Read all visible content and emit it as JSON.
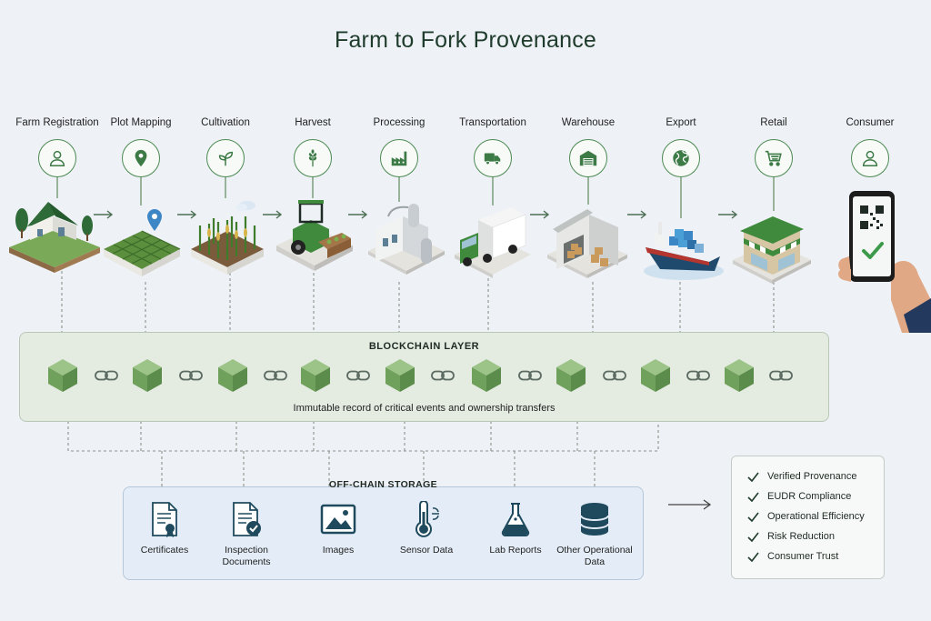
{
  "title": "Farm to Fork Provenance",
  "stages": [
    {
      "label": "Farm Registration",
      "icon": "user-icon"
    },
    {
      "label": "Plot Mapping",
      "icon": "map-pin-icon"
    },
    {
      "label": "Cultivation",
      "icon": "sprout-icon"
    },
    {
      "label": "Harvest",
      "icon": "wheat-icon"
    },
    {
      "label": "Processing",
      "icon": "factory-icon"
    },
    {
      "label": "Transportation",
      "icon": "truck-icon"
    },
    {
      "label": "Warehouse",
      "icon": "warehouse-icon"
    },
    {
      "label": "Export",
      "icon": "globe-icon"
    },
    {
      "label": "Retail",
      "icon": "shopping-cart-icon"
    },
    {
      "label": "Consumer",
      "icon": "user-icon"
    }
  ],
  "blockchain": {
    "title": "BLOCKCHAIN LAYER",
    "subtitle": "Immutable record of critical events and ownership transfers"
  },
  "offchain": {
    "title": "OFF-CHAIN STORAGE",
    "items": [
      {
        "label": "Certificates",
        "icon": "certificate-icon"
      },
      {
        "label": "Inspection Documents",
        "icon": "inspection-document-icon"
      },
      {
        "label": "Images",
        "icon": "image-icon"
      },
      {
        "label": "Sensor Data",
        "icon": "thermometer-icon"
      },
      {
        "label": "Lab Reports",
        "icon": "flask-icon"
      },
      {
        "label": "Other Operational Data",
        "icon": "database-icon"
      }
    ]
  },
  "benefits": [
    "Verified Provenance",
    "EUDR Compliance",
    "Operational Efficiency",
    "Risk Reduction",
    "Consumer Trust"
  ],
  "colors": {
    "accent": "#4b8a52",
    "block": "#7fae6e",
    "offchain": "#1f4a5e"
  }
}
